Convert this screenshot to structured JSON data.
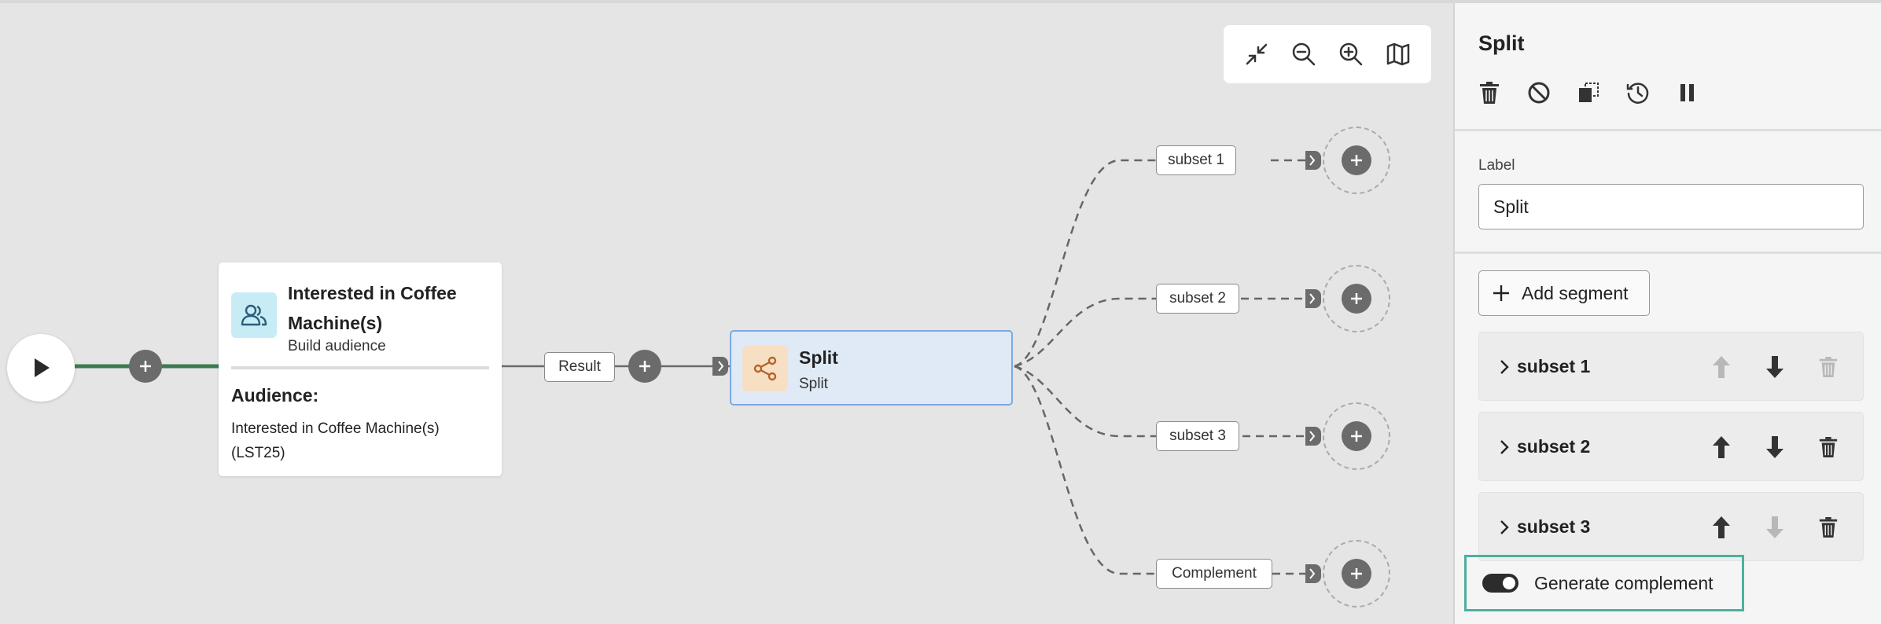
{
  "canvas": {
    "toolbar": [
      {
        "name": "collapse-icon",
        "title": "Collapse"
      },
      {
        "name": "zoom-out-icon",
        "title": "Zoom out"
      },
      {
        "name": "zoom-in-icon",
        "title": "Zoom in"
      },
      {
        "name": "map-icon",
        "title": "Map"
      }
    ],
    "audience_node": {
      "title": "Interested in Coffee Machine(s)",
      "subtitle": "Build audience",
      "audience_label": "Audience:",
      "audience_value": "Interested in Coffee Machine(s) (LST25)"
    },
    "result_label": "Result",
    "split_node": {
      "title": "Split",
      "subtitle": "Split"
    },
    "branches": [
      "subset 1",
      "subset 2",
      "subset 3",
      "Complement"
    ]
  },
  "panel": {
    "title": "Split",
    "actions": [
      "delete-icon",
      "disable-icon",
      "copy-icon",
      "history-icon",
      "pause-icon"
    ],
    "label_field": {
      "label": "Label",
      "value": "Split"
    },
    "add_segment_label": "Add segment",
    "segments": [
      {
        "name": "subset 1",
        "up_enabled": false,
        "down_enabled": true,
        "delete_enabled": false
      },
      {
        "name": "subset 2",
        "up_enabled": true,
        "down_enabled": true,
        "delete_enabled": true
      },
      {
        "name": "subset 3",
        "up_enabled": true,
        "down_enabled": false,
        "delete_enabled": true
      }
    ],
    "generate_complement": {
      "label": "Generate complement",
      "enabled": true
    }
  },
  "colors": {
    "canvas_bg": "#e5e5e5",
    "start_line": "#3d7a4f",
    "split_node_bg": "#dfeaf6",
    "split_node_border": "#7ba9e0",
    "audience_icon_bg": "#c7ecf5",
    "split_icon_bg": "#f7dfc3",
    "highlight_border": "#4daf9f"
  }
}
